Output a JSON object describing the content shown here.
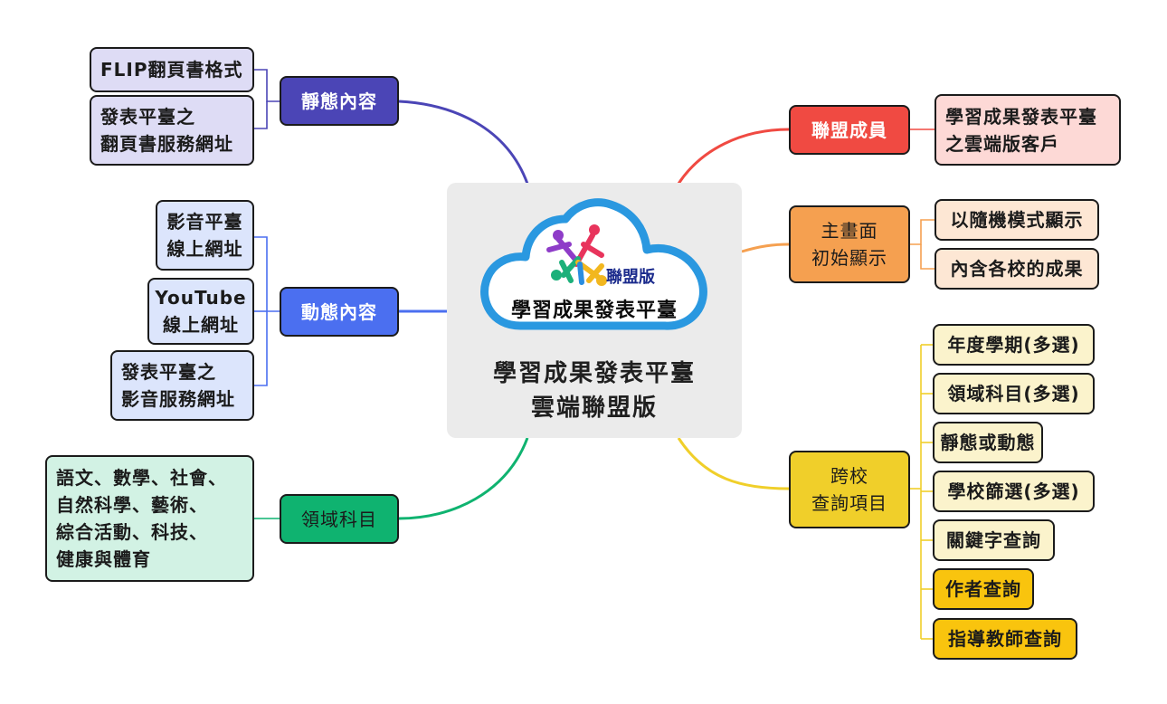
{
  "center": {
    "logo_badge": "聯盟版",
    "logo_title": "學習成果發表平臺",
    "title": "學習成果發表平臺\n雲端聯盟版"
  },
  "branches": {
    "static": {
      "label": "靜態內容",
      "color": "#4b45b6",
      "leaves": [
        "FLIP翻頁書格式",
        "發表平臺之\n翻頁書服務網址"
      ]
    },
    "dynamic": {
      "label": "動態內容",
      "color": "#4b6ff0",
      "leaves": [
        "影音平臺\n線上網址",
        "YouTube\n線上網址",
        "發表平臺之\n影音服務網址"
      ]
    },
    "domain": {
      "label": "領域科目",
      "color": "#0fb370",
      "leaves": [
        "語文、數學、社會、\n自然科學、藝術、\n綜合活動、科技、\n健康與體育"
      ]
    },
    "members": {
      "label": "聯盟成員",
      "color": "#f04a42",
      "leaves": [
        "學習成果發表平臺\n之雲端版客戶"
      ]
    },
    "home": {
      "label": "主畫面\n初始顯示",
      "color": "#f5a050",
      "leaves": [
        "以隨機模式顯示",
        "內含各校的成果"
      ]
    },
    "query": {
      "label": "跨校\n查詢項目",
      "color": "#f0cf2a",
      "leaves": [
        "年度學期(多選)",
        "領域科目(多選)",
        "靜態或動態",
        "學校篩選(多選)",
        "關鍵字查詢",
        "作者查詢",
        "指導教師查詢"
      ]
    }
  }
}
